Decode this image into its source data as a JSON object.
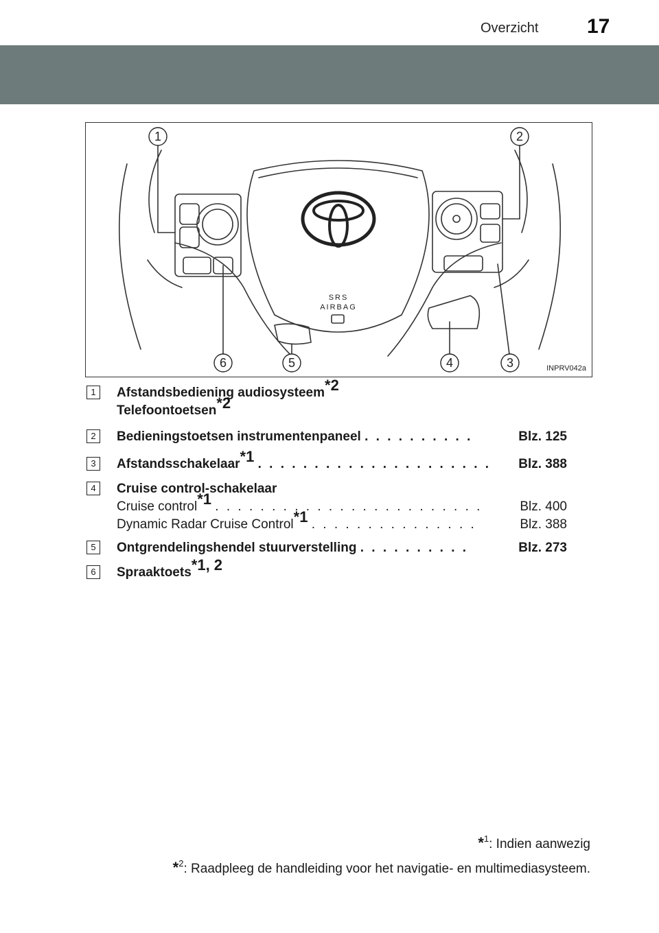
{
  "header": {
    "section": "Overzicht",
    "page_number": "17"
  },
  "figure": {
    "code": "INPRV042a",
    "callouts": [
      "1",
      "2",
      "3",
      "4",
      "5",
      "6"
    ],
    "airbag_label_1": "SRS",
    "airbag_label_2": "AIRBAG"
  },
  "items": [
    {
      "num": "1",
      "title": "Afstandsbediening audiosysteem",
      "title_sup": "*2",
      "title2": "Telefoontoetsen",
      "title2_sup": "*2"
    },
    {
      "num": "2",
      "title": "Bedieningstoetsen instrumentenpaneel",
      "ref": "Blz. 125"
    },
    {
      "num": "3",
      "title": "Afstandsschakelaar",
      "title_sup": "*1",
      "ref": "Blz. 388"
    },
    {
      "num": "4",
      "title": "Cruise control-schakelaar",
      "sub1": "Cruise control",
      "sub1_sup": "*1",
      "sub1_ref": "Blz. 400",
      "sub2": "Dynamic Radar Cruise Control",
      "sub2_sup": "*1",
      "sub2_ref": "Blz. 388"
    },
    {
      "num": "5",
      "title": "Ontgrendelingshendel stuurverstelling",
      "ref": "Blz. 273"
    },
    {
      "num": "6",
      "title": "Spraaktoets",
      "title_sup": "*1, 2"
    }
  ],
  "footnotes": [
    {
      "mark": "*",
      "num": "1",
      "text": ": Indien aanwezig"
    },
    {
      "mark": "*",
      "num": "2",
      "text": ": Raadpleeg de handleiding voor het navigatie- en multimediasysteem."
    }
  ],
  "colors": {
    "band": "#6e7b7b",
    "line": "#222222"
  }
}
